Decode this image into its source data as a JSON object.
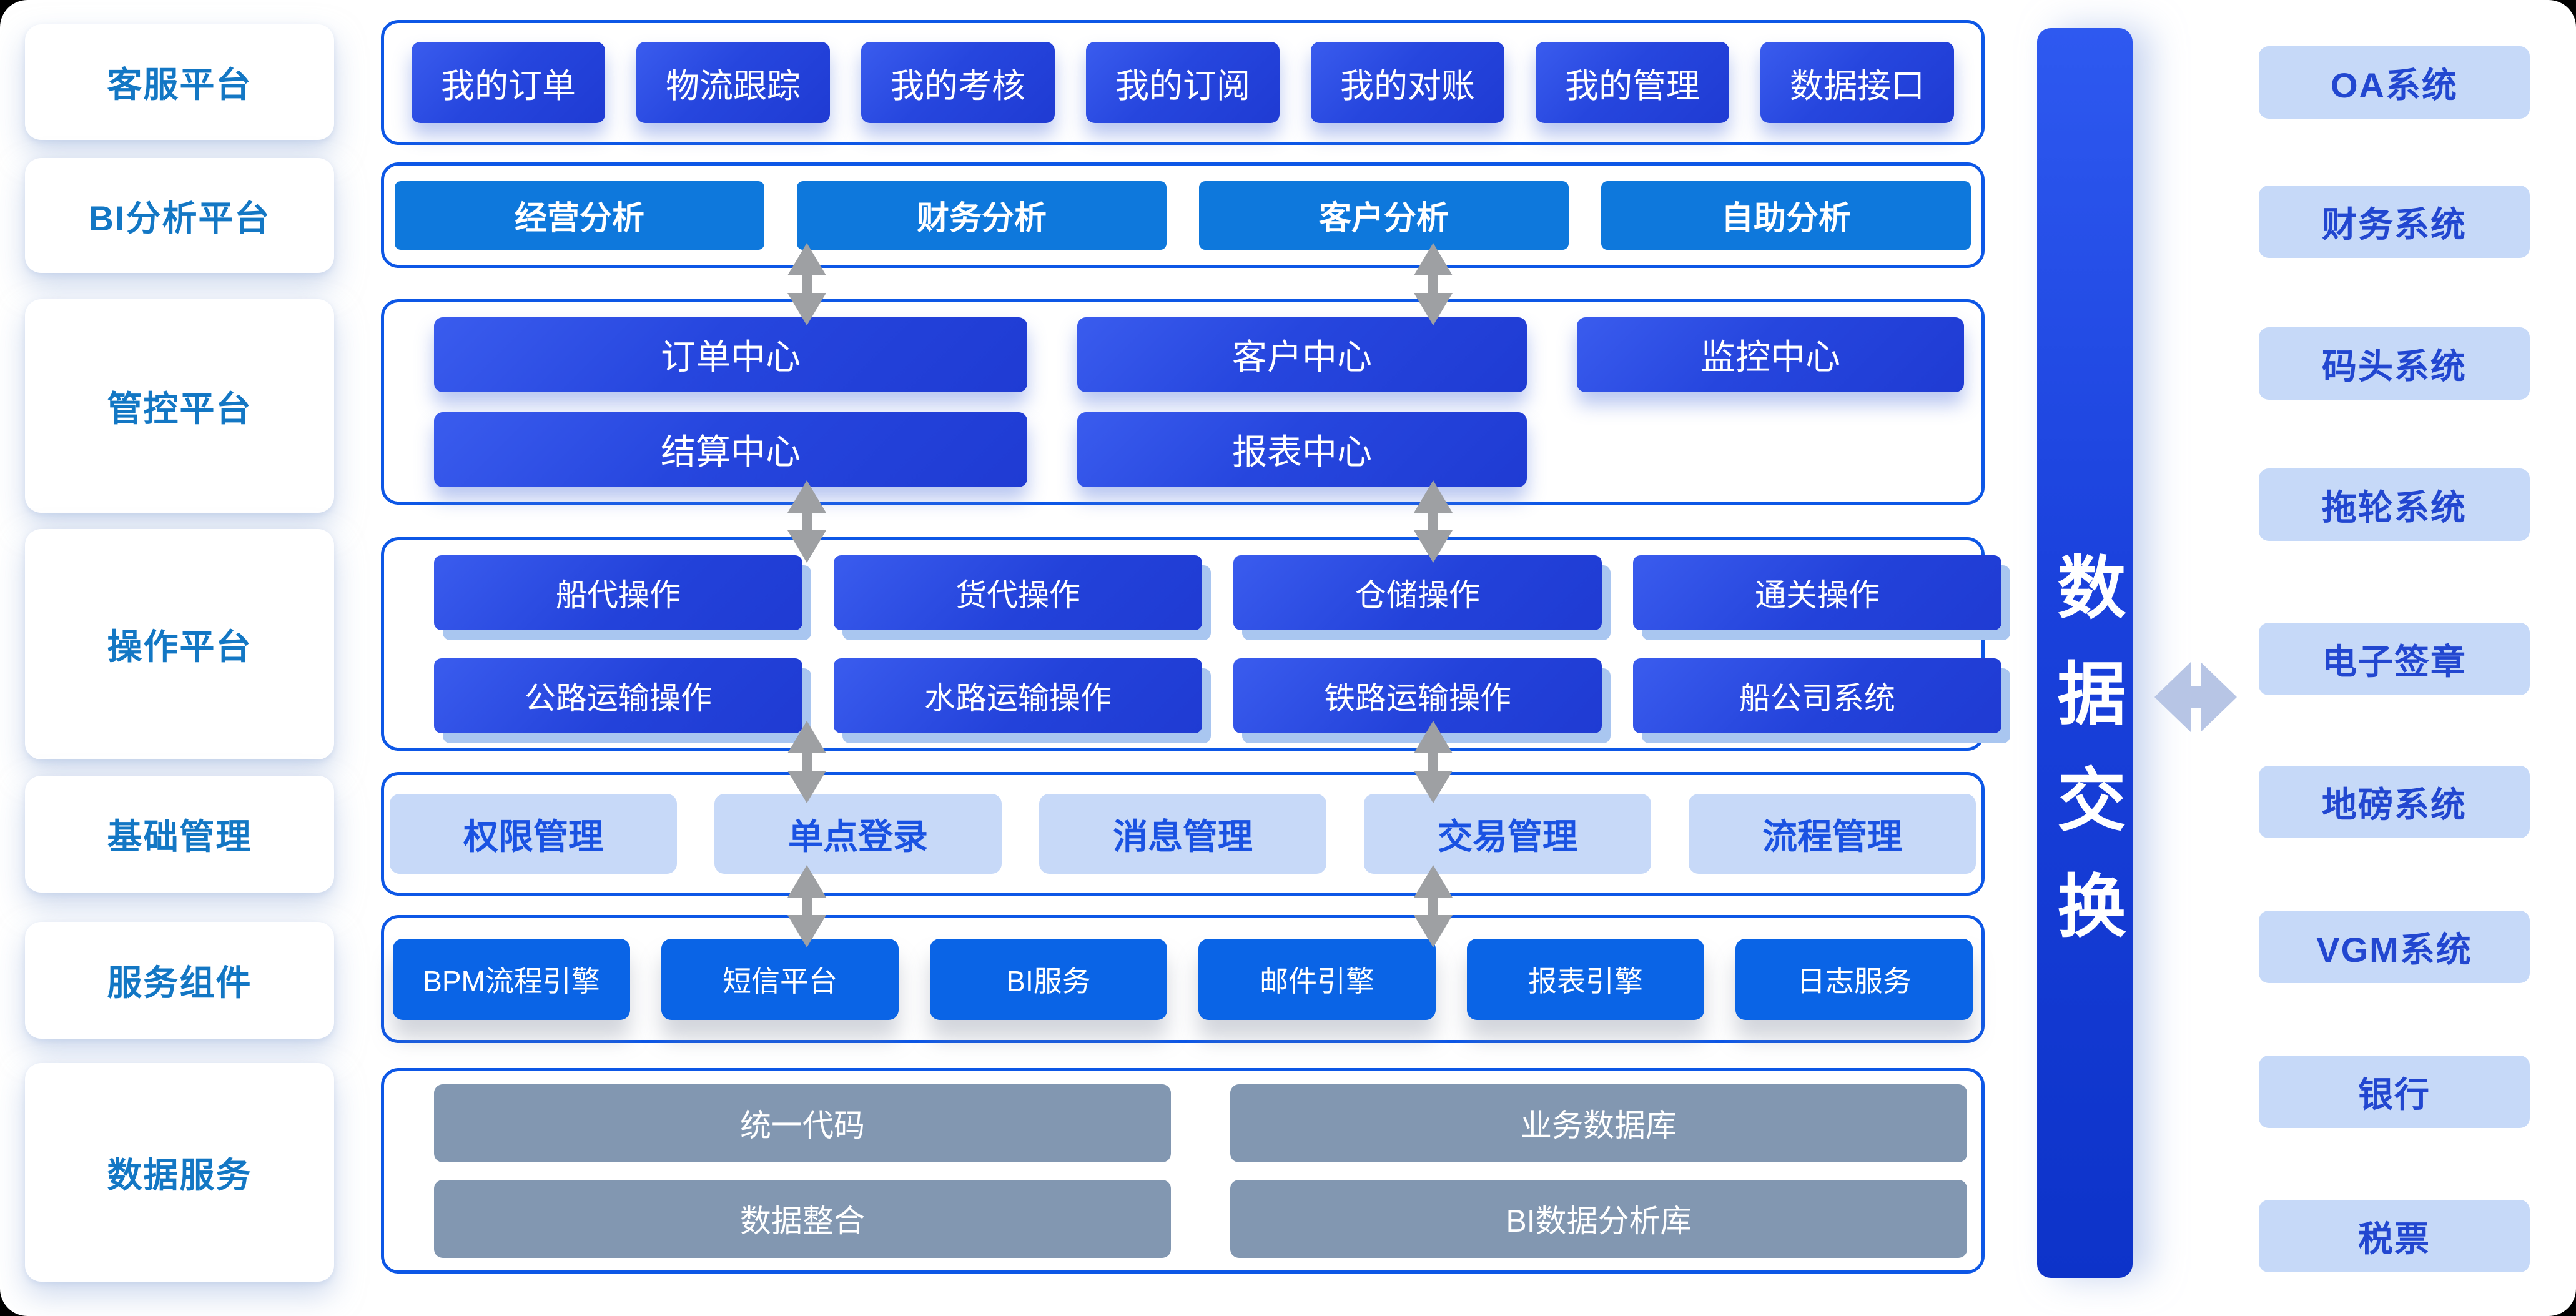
{
  "left_sections": [
    "客服平台",
    "BI分析平台",
    "管控平台",
    "操作平台",
    "基础管理",
    "服务组件",
    "数据服务"
  ],
  "customer_platform": {
    "buttons": [
      "我的订单",
      "物流跟踪",
      "我的考核",
      "我的订阅",
      "我的对账",
      "我的管理",
      "数据接口"
    ]
  },
  "bi_platform": {
    "buttons": [
      "经营分析",
      "财务分析",
      "客户分析",
      "自助分析"
    ]
  },
  "control_platform": {
    "line1": [
      "订单中心",
      "客户中心",
      "监控中心"
    ],
    "line2": [
      "结算中心",
      "报表中心"
    ]
  },
  "operation_platform": {
    "line1": [
      "船代操作",
      "货代操作",
      "仓储操作",
      "通关操作"
    ],
    "line2": [
      "公路运输操作",
      "水路运输操作",
      "铁路运输操作",
      "船公司系统"
    ]
  },
  "base_management": {
    "buttons": [
      "权限管理",
      "单点登录",
      "消息管理",
      "交易管理",
      "流程管理"
    ]
  },
  "service_components": {
    "buttons": [
      "BPM流程引擎",
      "短信平台",
      "BI服务",
      "邮件引擎",
      "报表引擎",
      "日志服务"
    ]
  },
  "data_services": {
    "line1": [
      "统一代码",
      "业务数据库"
    ],
    "line2": [
      "数据整合",
      "BI数据分析库"
    ]
  },
  "exchange_bar": {
    "label": "数据交换"
  },
  "right_systems": [
    "OA系统",
    "财务系统",
    "码头系统",
    "拖轮系统",
    "电子签章",
    "地磅系统",
    "VGM系统",
    "银行",
    "税票"
  ],
  "colors": {
    "royal_button": "#2646DE",
    "azure_button": "#0E78DC",
    "light_button_bg": "#C7D9F8",
    "light_button_text": "#1A52E2",
    "component_button": "#0A64E6",
    "gray_button": "#8297B1",
    "panel_border": "#0D57E6",
    "left_label_text": "#1377C4",
    "right_box_bg": "#C6D9F8",
    "right_box_text": "#2247D0",
    "exchange_bar_top": "#2E59F0",
    "exchange_bar_bottom": "#0D33C9",
    "vertical_arrow": "#9EA0A3",
    "horizontal_arrow": "#B7C5E5"
  }
}
